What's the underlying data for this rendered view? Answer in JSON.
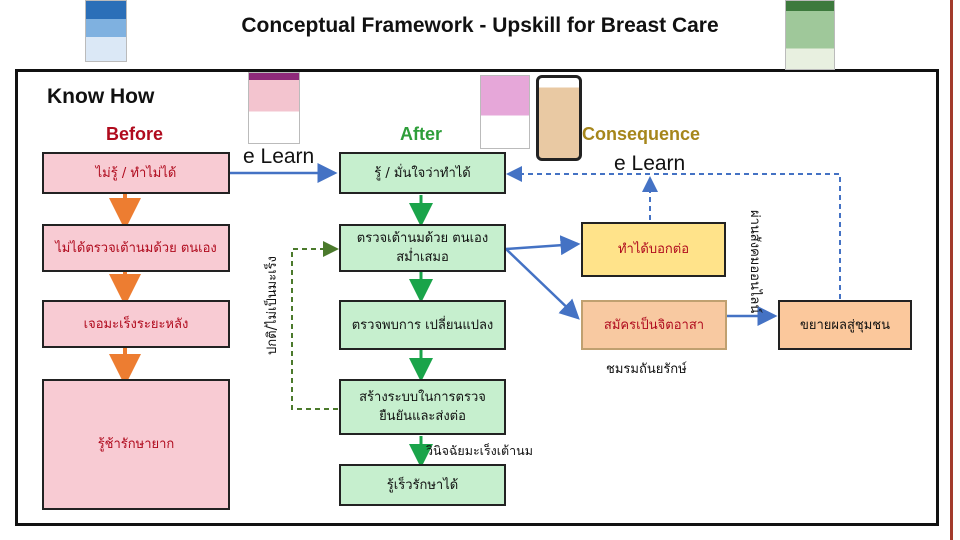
{
  "title": "Conceptual Framework - Upskill for Breast Care",
  "know_how": "Know How",
  "headers": {
    "before": "Before",
    "after": "After",
    "consequence": "Consequence"
  },
  "elearn_labels": [
    "e Learn",
    "e Learn"
  ],
  "before_boxes": [
    "ไม่รู้ / ทำไม่ได้",
    "ไม่ได้ตรวจเต้านมด้วย ตนเอง",
    "เจอมะเร็งระยะหลัง",
    "รู้ช้ารักษายาก"
  ],
  "after_boxes": [
    "รู้ / มั่นใจว่าทำได้",
    "ตรวจเต้านมด้วย ตนเองสม่ำเสมอ",
    "ตรวจพบการ เปลี่ยนแปลง",
    "สร้างระบบในการตรวจ ยืนยันและส่งต่อ",
    "รู้เร็วรักษาได้"
  ],
  "consequence_boxes": [
    "ทำได้บอกต่อ",
    "สมัครเป็นจิตอาสา",
    "ขยายผลสู่ชุมชน"
  ],
  "side_labels": {
    "normal": "ปกติ/ไม่เป็นมะเร็ง",
    "diagnose": "วินิจฉัยมะเร็งเต้านม",
    "club": "ชมรมถันยรักษ์",
    "social": "ผ่านสังคมออนไลน์"
  },
  "colors": {
    "pink": "#f8cbd3",
    "green": "#c6efce",
    "yellow": "#ffe38a",
    "orange": "#f8c9a1",
    "red_text": "#b00b1e",
    "green_text": "#2e9e3a",
    "gold_text": "#a6861b",
    "blue_arrow": "#4472c4",
    "orange_arrow": "#ed7d31",
    "green_arrow": "#1aa44a"
  }
}
